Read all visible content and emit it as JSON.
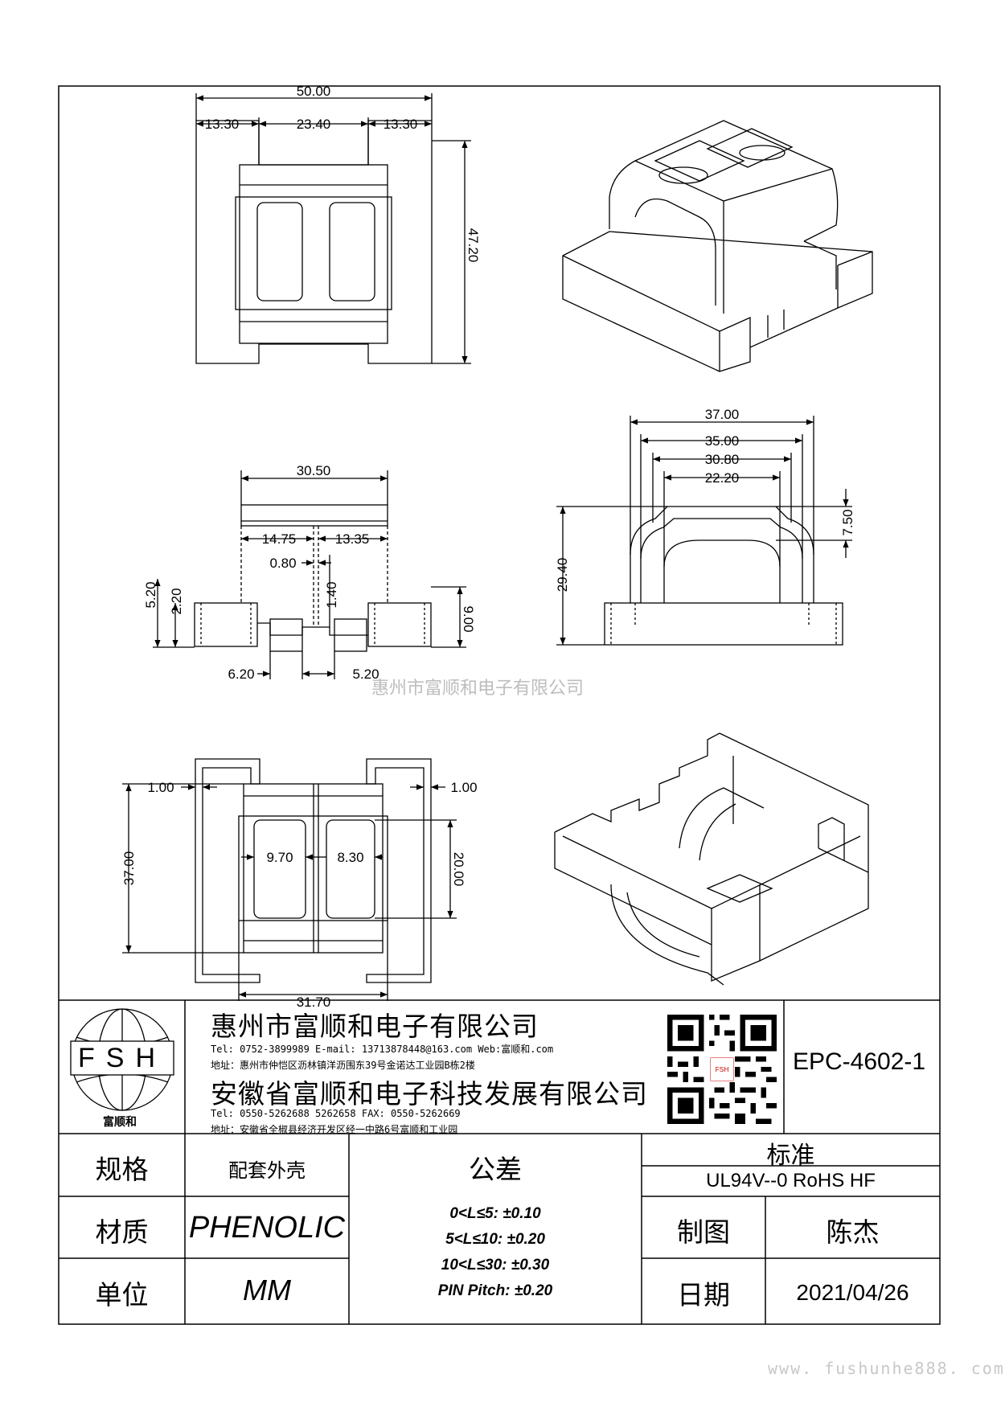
{
  "dimensions": {
    "top_view": {
      "overall_width": "50.00",
      "left_margin": "13.30",
      "center_width": "23.40",
      "right_margin": "13.30",
      "height": "47.20"
    },
    "front_view": {
      "width": "30.50",
      "left_half": "14.75",
      "right_half": "13.35",
      "gap": "0.80",
      "slot": "1.40",
      "pin_h1": "5.20",
      "pin_h2": "2.20",
      "pin_height": "9.00",
      "pin_w_left": "6.20",
      "pin_w_right": "5.20"
    },
    "side_view": {
      "w1": "37.00",
      "w2": "35.00",
      "w3": "30.80",
      "w4": "22.20",
      "height": "29.40",
      "top_h": "7.50"
    },
    "bottom_view": {
      "wall_left": "1.00",
      "wall_right": "1.00",
      "height": "37.00",
      "win_left": "9.70",
      "win_right": "8.30",
      "win_height": "20.00",
      "width": "31.70"
    }
  },
  "watermark": "惠州市富顺和电子有限公司",
  "company": {
    "logo_text": "FSH",
    "logo_caption": "富顺和",
    "name1": "惠州市富顺和电子有限公司",
    "contact1": "Tel:  0752-3899989  E-mail: 13713878448@163.com  Web:富顺和.com",
    "address1": "地址：惠州市仲恺区沥林镇洋沥围东39号金诺达工业园B栋2楼",
    "name2": "安徽省富顺和电子科技发展有限公司",
    "contact2": "Tel:  0550-5262688  5262658    FAX:  0550-5262669",
    "address2": "地址：安徽省全椒县经济开发区经一中路6号富顺和工业园"
  },
  "part_number": "EPC-4602-1",
  "title_block": {
    "spec_label": "规格",
    "spec_value": "配套外壳",
    "tolerance_label": "公差",
    "standard_label": "标准",
    "standard_value": "UL94V--0  RoHS HF",
    "material_label": "材质",
    "material_value": "PHENOLIC",
    "unit_label": "单位",
    "unit_value": "MM",
    "drawn_label": "制图",
    "drawn_value": "陈杰",
    "date_label": "日期",
    "date_value": "2021/04/26",
    "tolerances": [
      "0<L≤5: ±0.10",
      "5<L≤10: ±0.20",
      "10<L≤30: ±0.30",
      "PIN Pitch: ±0.20"
    ]
  },
  "website": "www. fushunhe888. com"
}
